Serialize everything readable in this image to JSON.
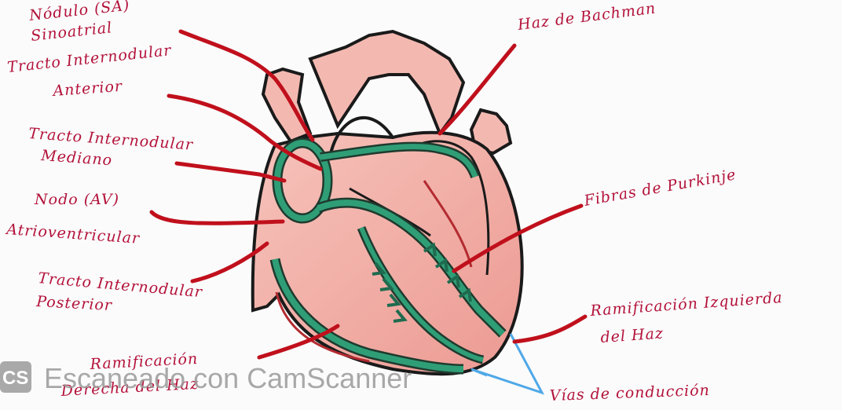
{
  "labels": {
    "sa_line1": "Nódulo (SA)",
    "sa_line2": "Sinoatrial",
    "anterior_line1": "Tracto Internodular",
    "anterior_line2": "Anterior",
    "mediano_line1": "Tracto Internodular",
    "mediano_line2": "Mediano",
    "av_line1": "Nodo (AV)",
    "av_line2": "Atrioventricular",
    "posterior_line1": "Tracto Internodular",
    "posterior_line2": "Posterior",
    "rama_der_line1": "Ramificación",
    "rama_der_line2": "Derecha del Haz",
    "bachman": "Haz de Bachman",
    "purkinje": "Fibras de Purkinje",
    "rama_izq_line1": "Ramificación Izquierda",
    "rama_izq_line2": "del Haz",
    "vias": "Vías de conducción"
  },
  "watermark": {
    "badge": "CS",
    "text": "Escaneado con CamScanner"
  },
  "colors": {
    "ink": "#b3123a",
    "leader": "#c0101c",
    "heart_fill": "#f2b0a8",
    "outline": "#1a1a1a",
    "conduction": "#2f9e76",
    "vias_blue": "#4fa8e8"
  }
}
